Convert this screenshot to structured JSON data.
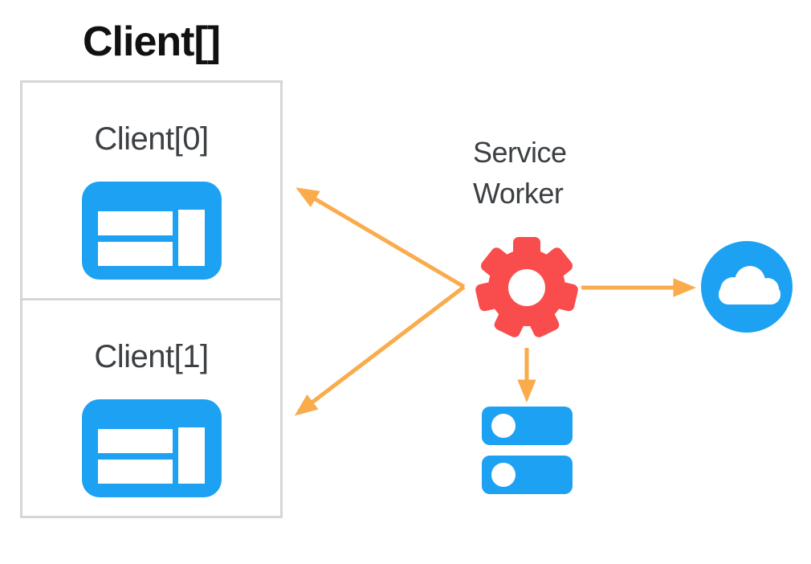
{
  "diagram": {
    "title": "Client[]",
    "service_worker": {
      "label": "Service Worker",
      "icon": "gear-icon"
    },
    "clients": [
      {
        "label": "Client[0]",
        "icon": "browser-window-icon"
      },
      {
        "label": "Client[1]",
        "icon": "browser-window-icon"
      }
    ],
    "network": {
      "icon": "cloud-icon"
    },
    "storage": {
      "icon": "storage-icon"
    },
    "arrows": [
      {
        "name": "service-worker-to-client0",
        "direction": "upper-left",
        "style": "straight-arrow"
      },
      {
        "name": "service-worker-to-client1",
        "direction": "lower-left",
        "style": "straight-arrow"
      },
      {
        "name": "service-worker-to-cloud",
        "direction": "right",
        "style": "straight-arrow"
      },
      {
        "name": "service-worker-to-storage",
        "direction": "down",
        "style": "straight-arrow"
      }
    ],
    "colors": {
      "blue": "#1DA1F2",
      "red": "#F94C4C",
      "orange": "#FAAB4C",
      "box_border": "#D6D6D6",
      "text_dark": "#3C4043",
      "title_color": "#111111",
      "background": "#FFFFFF"
    }
  }
}
